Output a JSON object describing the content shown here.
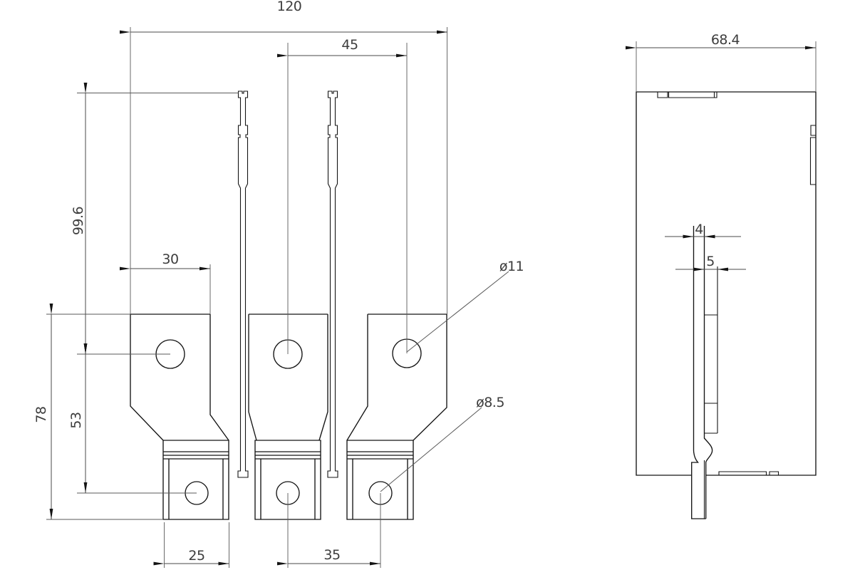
{
  "drawing_type": "engineering-dimension-drawing",
  "views": {
    "front": {
      "description": "three terminal extension bars with upper blades, mounting plates and clamp blocks"
    },
    "side": {
      "description": "side profile of adapter body with offset bar"
    }
  },
  "dims": {
    "overall_width": "120",
    "upper_hole_spacing": "45",
    "blade_to_hole_height": "99.6",
    "hole_to_hole_height": "53",
    "plate_height": "78",
    "plate_width": "30",
    "clamp_width": "25",
    "lower_hole_spacing": "35",
    "upper_hole_dia": "ø11",
    "lower_hole_dia": "ø8.5",
    "side_overall_width": "68.4",
    "bar_thickness": "4",
    "layer_thickness": "5"
  },
  "colors": {
    "geometry_line": "#141414",
    "dimension_line": "#4a4a4a",
    "text": "#3d3d3d",
    "background": "#ffffff"
  }
}
